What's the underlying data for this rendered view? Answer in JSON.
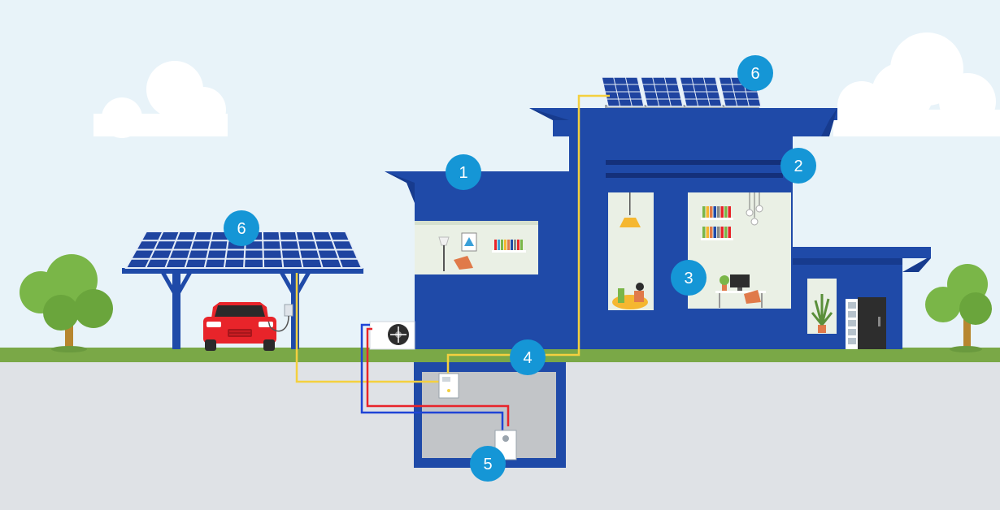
{
  "markers": [
    {
      "label": "1"
    },
    {
      "label": "2"
    },
    {
      "label": "3"
    },
    {
      "label": "4"
    },
    {
      "label": "5"
    },
    {
      "label": "6"
    },
    {
      "label": "6"
    }
  ],
  "colors": {
    "sky": "#e8f3f9",
    "ground": "#dfe2e6",
    "grass": "#7aa847",
    "house_blue": "#1f4aa8",
    "house_dark": "#173b8e",
    "marker_blue": "#1596d6",
    "solar_panel": "#1f44a0",
    "wire_yellow": "#f4d03f",
    "pipe_red": "#e8242a",
    "pipe_blue": "#1f44d6",
    "car_red": "#e8242a",
    "tree_green": "#7ab648",
    "trunk": "#b7862f"
  },
  "icons": [
    "car-icon",
    "tree-icon",
    "cloud-icon",
    "solar-panel-icon",
    "heat-pump-outdoor-icon",
    "inverter-icon",
    "boiler-icon",
    "door-icon",
    "plant-icon"
  ]
}
